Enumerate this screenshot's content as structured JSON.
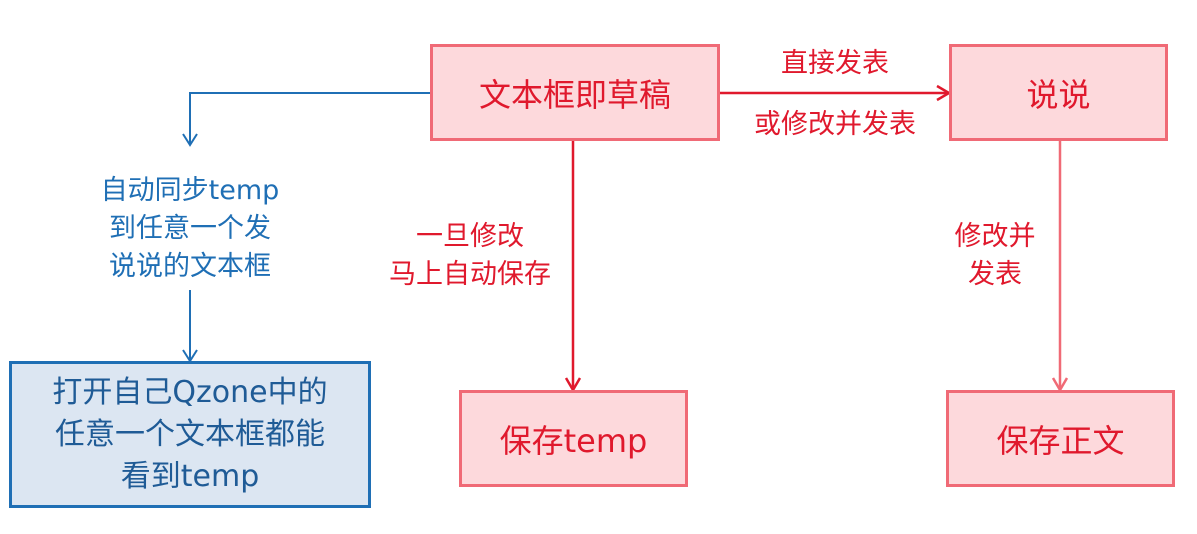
{
  "nodes": {
    "draft": "文本框即草稿",
    "shuoshuo": "说说",
    "save_temp": "保存temp",
    "save_body": "保存正文",
    "qzone": [
      "打开自己Qzone中的",
      "任意一个文本框都能",
      "看到temp"
    ]
  },
  "edges": {
    "publish": [
      "直接发表",
      "或修改并发表"
    ],
    "autosave": [
      "一旦修改",
      "马上自动保存"
    ],
    "edit_publish": [
      "修改并",
      "发表"
    ],
    "sync": [
      "自动同步temp",
      "到任意一个发",
      "说说的文本框"
    ]
  },
  "colors": {
    "red_fill": "#fdd9dc",
    "red_border": "#f06a76",
    "red_text": "#e0192d",
    "blue_fill": "#dce6f2",
    "blue_border": "#1f6fb5",
    "blue_text": "#1f6fb5"
  }
}
